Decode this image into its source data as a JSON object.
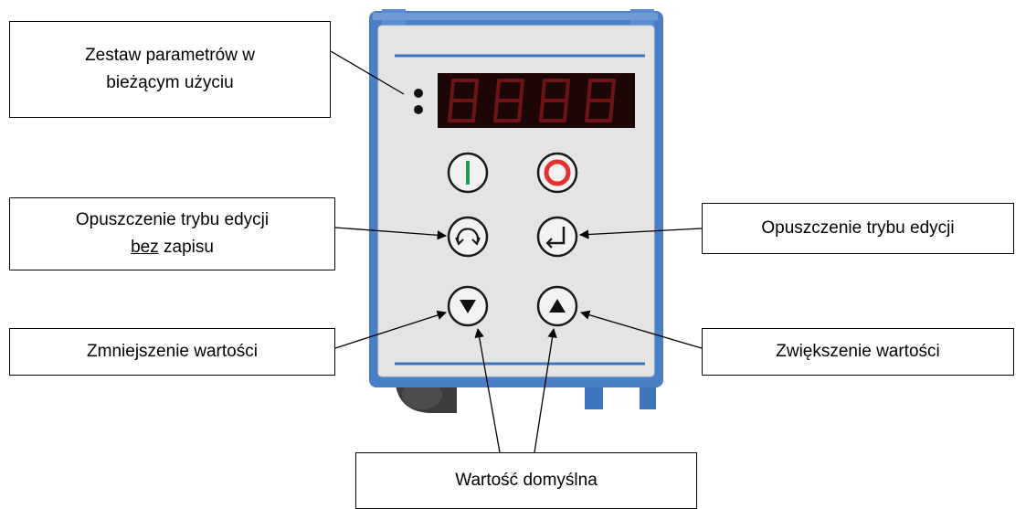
{
  "labels": {
    "parameter_set": {
      "line1": "Zestaw parametrów w",
      "line2": "bieżącym użyciu"
    },
    "exit_without_save": {
      "line1": "Opuszczenie trybu edycji",
      "line2_underlined": "bez",
      "line2_rest": " zapisu"
    },
    "exit_edit": "Opuszczenie trybu edycji",
    "decrease": "Zmniejszenie wartości",
    "increase": "Zwiększenie wartości",
    "default_value": "Wartość domyślna"
  },
  "device": {
    "display_digits": "8888",
    "colors": {
      "housing": "#4a7fc4",
      "panel": "#e4e4e4",
      "display_bg": "#1c0606",
      "display_segments": "#6e1414",
      "start_button": "#19a34a",
      "stop_button": "#e53030"
    },
    "buttons": [
      "start-icon",
      "stop-icon",
      "exit-no-save-icon",
      "enter-icon",
      "down-arrow-icon",
      "up-arrow-icon"
    ]
  }
}
